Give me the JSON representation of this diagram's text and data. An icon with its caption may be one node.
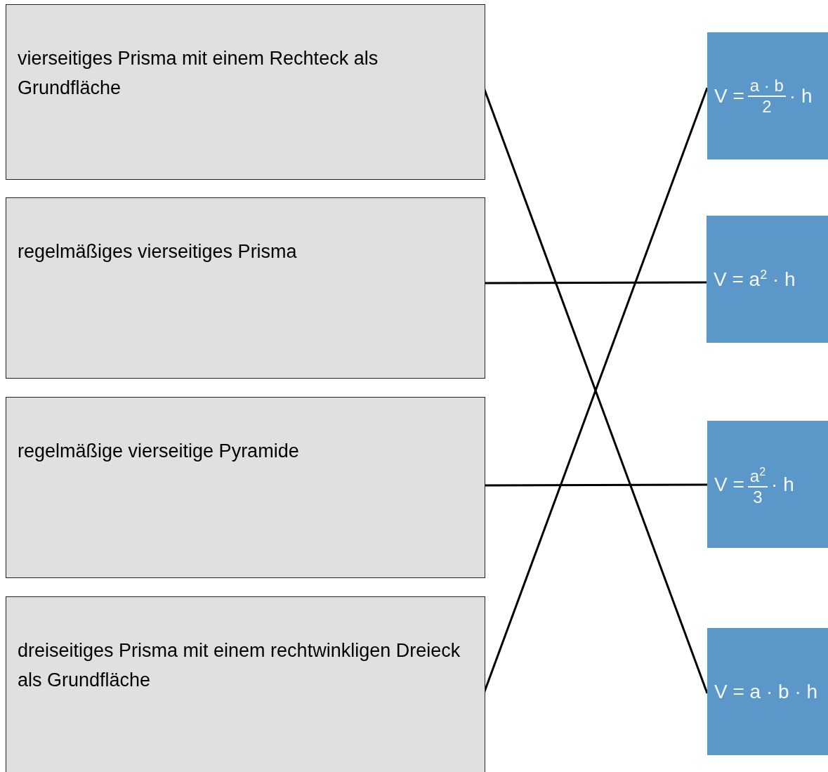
{
  "diagram": {
    "nodes": [
      {
        "text": [
          "vierseitiges Prisma mit einem Rechteck als Grundfläche"
        ]
      },
      {
        "text": [
          "regelmäßiges vierseitiges Prisma"
        ]
      },
      {
        "text": [
          "regelmäßige vierseitige Pyramide"
        ]
      },
      {
        "text": [
          "dreiseitiges Prisma mit einem rechtwinkligen Dreieck als Grundfläche"
        ]
      },
      {
        "text": [
          "V =",
          "a · b",
          "2",
          "· h"
        ]
      },
      {
        "text": [
          "V = a$^{2}$ · h"
        ]
      },
      {
        "text": [
          "V =",
          "a$^{2}$",
          "3",
          "· h"
        ]
      },
      {
        "text": [
          "V = a · b · h"
        ]
      }
    ],
    "edges": [
      {
        "from": 0,
        "to": 7,
        "arrow": "none"
      },
      {
        "from": 1,
        "to": 5,
        "arrow": "none"
      },
      {
        "from": 2,
        "to": 6,
        "arrow": "none"
      },
      {
        "from": 3,
        "to": 4,
        "arrow": "none"
      }
    ]
  }
}
